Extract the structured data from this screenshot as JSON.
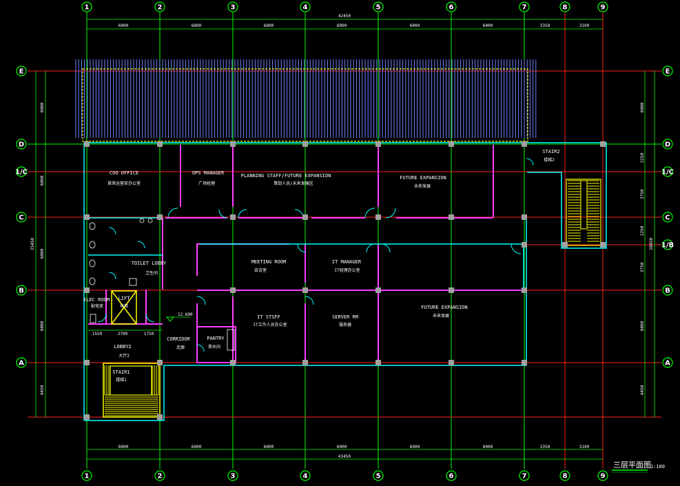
{
  "drawing": {
    "title": "三层平面图",
    "scale": "1:100",
    "axes_x": [
      "1",
      "2",
      "3",
      "4",
      "5",
      "6",
      "7",
      "8",
      "9"
    ],
    "axes_y_left": [
      "E",
      "D",
      "1/C",
      "C",
      "B",
      "A"
    ],
    "axes_y_right": [
      "E",
      "D",
      "1/C",
      "C",
      "1/B",
      "B",
      "A"
    ],
    "top_total": "42450",
    "bottom_total": "43450",
    "bay_dims_top": [
      "6000",
      "6000",
      "6000",
      "6000",
      "6000",
      "6000",
      "3350",
      "3100"
    ],
    "bay_dims_bottom": [
      "6000",
      "6000",
      "6000",
      "6000",
      "6000",
      "6000",
      "3350",
      "3100"
    ],
    "left_dims": [
      "6000",
      "6000",
      "6000",
      "6000",
      "4450"
    ],
    "left_total": "25450",
    "right_dims": [
      "6000",
      "2250",
      "3750",
      "2250",
      "3750",
      "6000",
      "4450"
    ],
    "right_total": "28450",
    "lobby_dims": [
      "1550",
      "2700",
      "1750"
    ],
    "level_mark": "12.600"
  },
  "rooms": {
    "coo_office": {
      "en": "COO OFFICE",
      "cn": "首席运营官办公室"
    },
    "ops_manager": {
      "en": "OPS MANAGER",
      "cn": "广场经理"
    },
    "planning": {
      "en": "PLANNING STAFF/FUTURE EXPANSION",
      "cn": "策划人员/未来发展区"
    },
    "future1": {
      "en": "FUTURE EXPANSION",
      "cn": "未来发展"
    },
    "stair2": {
      "en": "STAIR2",
      "cn": "楼梯2"
    },
    "toilet_lobby": {
      "en": "TOILET LOBBY",
      "cn": "卫生间"
    },
    "meeting": {
      "en": "MEETING ROOM",
      "cn": "会议室"
    },
    "it_manager": {
      "en": "IT MANAGER",
      "cn": "IT经理办公室"
    },
    "elec_room": {
      "en": "ELEC ROOM",
      "cn": "配电室"
    },
    "lift": {
      "en": "LIFT",
      "cn": "电梯"
    },
    "it_staff": {
      "en": "IT STSFF",
      "cn": "IT工作人员办公室"
    },
    "server": {
      "en": "SERVER RM",
      "cn": "服务器"
    },
    "future2": {
      "en": "FUTURE EXPANSION",
      "cn": "未来发展"
    },
    "corridor": {
      "en": "CORRIDOR",
      "cn": "走廊"
    },
    "pantry": {
      "en": "PANTRY",
      "cn": "茶水间"
    },
    "lobby2": {
      "en": "LOBBY2",
      "cn": "大厅2"
    },
    "stair1": {
      "en": "STAIR1",
      "cn": "楼梯1"
    }
  },
  "colors": {
    "grid_green": "#00ff00",
    "axis_red": "#ff2020",
    "wall_magenta": "#ff40ff",
    "glass_cyan": "#00ffff",
    "louver_blue": "#6f86ff",
    "gutter_yellow": "#ffff00",
    "column_grey": "#a0a0a0"
  }
}
